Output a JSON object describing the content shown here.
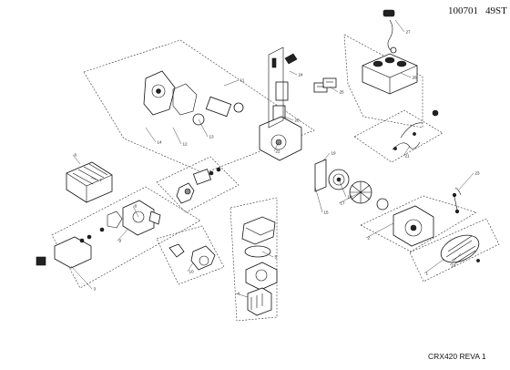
{
  "header": {
    "code": "100701",
    "model": "49ST"
  },
  "footer": {
    "revision": "CRX420 REVA 1"
  },
  "callouts": [
    "27",
    "26",
    "25",
    "24",
    "23",
    "22",
    "21",
    "20",
    "19",
    "18",
    "17",
    "16",
    "15",
    "14",
    "13",
    "12",
    "11",
    "10",
    "9",
    "8",
    "7",
    "6",
    "5",
    "4",
    "3",
    "2",
    "1"
  ]
}
